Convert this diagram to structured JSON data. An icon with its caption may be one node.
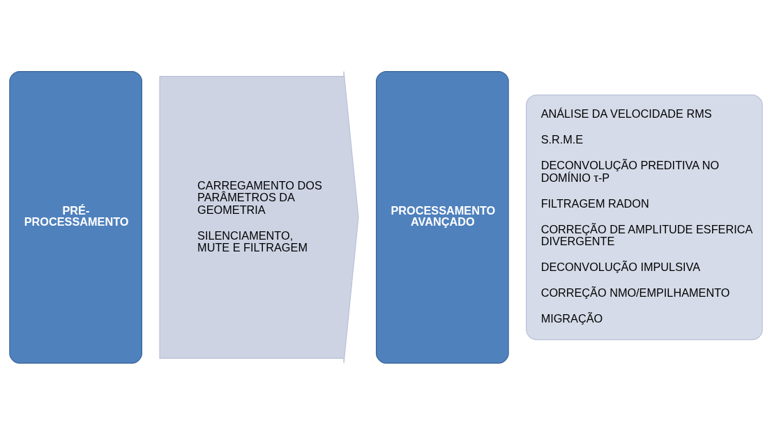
{
  "diagram": {
    "nodes": [
      {
        "text": [
          "PRÉ-PROCESSAMENTO"
        ]
      },
      {
        "text": [
          "CARREGAMENTO DOS PARÂMETROS DA GEOMETRIA",
          "SILENCIAMENTO, MUTE E FILTRAGEM"
        ]
      },
      {
        "text": [
          "PROCESSAMENTO AVANÇADO"
        ]
      },
      {
        "text": [
          "ANÁLISE DA VELOCIDADE RMS",
          "S.R.M.E",
          "DECONVOLUÇÃO PREDITIVA NO DOMÍNIO τ-P",
          "FILTRAGEM RADON",
          "CORREÇÃO DE AMPLITUDE ESFERICA DIVERGENTE",
          "DECONVOLUÇÃO IMPULSIVA",
          "CORREÇÃO NMO/EMPILHAMENTO",
          "MIGRAÇÃO"
        ]
      }
    ],
    "edges": []
  }
}
